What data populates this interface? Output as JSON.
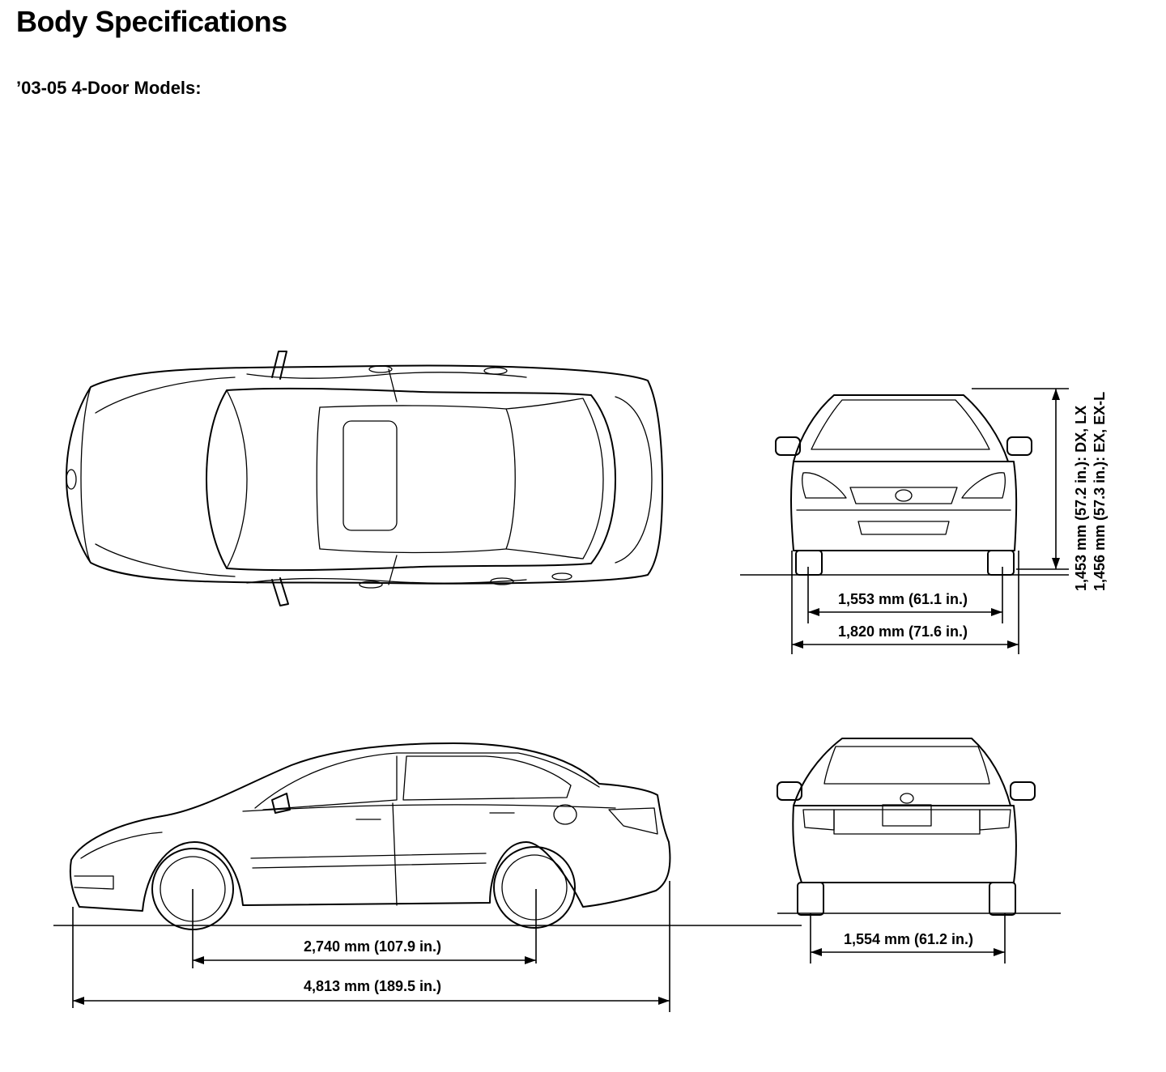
{
  "page": {
    "title": "Body Specifications",
    "subtitle": "’03-05 4-Door Models:"
  },
  "views": {
    "top": "top view",
    "front": "front view",
    "side": "side view",
    "rear": "rear view"
  },
  "dimensions": {
    "front_tread": "1,553 mm (61.1 in.)",
    "overall_width": "1,820 mm (71.6 in.)",
    "height_dx_lx": "1,453 mm (57.2 in.): DX, LX",
    "height_ex": "1,456 mm (57.3 in.): EX, EX-L",
    "wheelbase": "2,740 mm (107.9 in.)",
    "overall_length": "4,813 mm (189.5 in.)",
    "rear_tread": "1,554 mm (61.2 in.)"
  }
}
